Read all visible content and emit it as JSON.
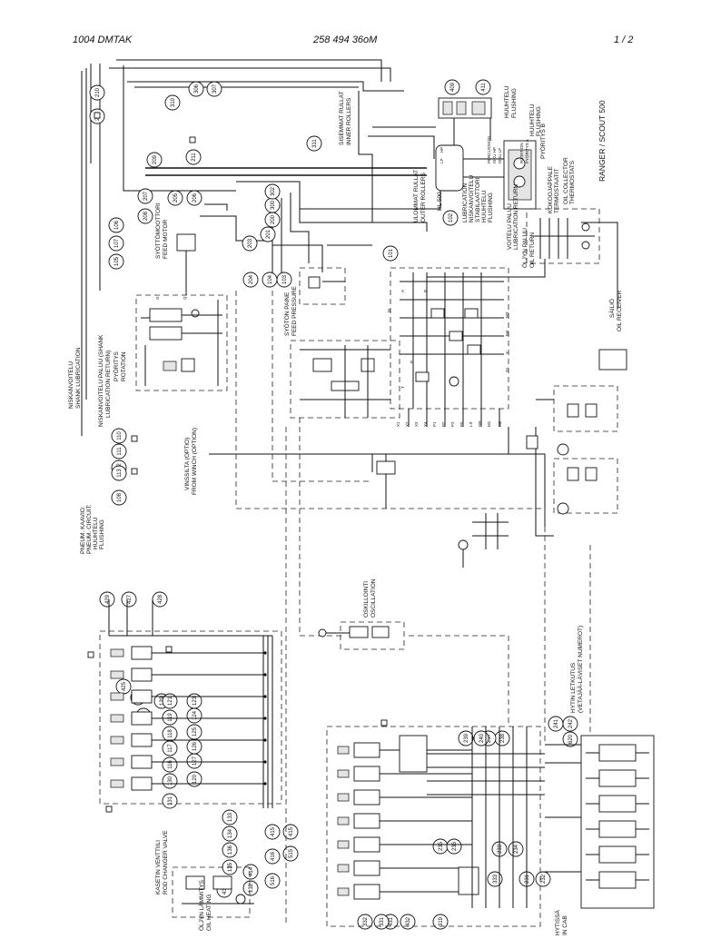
{
  "header": {
    "left": "1004  DMTAK",
    "center": "258 494 36оM",
    "right": "1 /  2"
  },
  "labels": {
    "ranger": "RANGER / SCOUT 500",
    "sisemmat_fi": "SISEMMAT RULLAT",
    "sisemmat_en": "INNER ROLLERS",
    "ulommat_fi": "ULOMMAT RULLAT",
    "ulommat_en": "OUTER ROLLERS",
    "huuhtelu_fi": "HUUHTELU",
    "huuhtelu_en": "FLUSHING",
    "hl500": "HL 500",
    "lub_fi": "LUBRICATION",
    "lub_en": "NISKANVOITELU",
    "stab_fi": "STABILAATTORI",
    "huuhtelu2_fi": "HUUHTELU",
    "huuhtelu2_en": "FLUSHING",
    "voitelu_fi": "VOITELU PALUU",
    "voitelu_en": "LUBRICATION RETURN",
    "perkussio": "PERCUSSION",
    "isku_hp": "ISKU HP",
    "isku_lp": "ISKU LP",
    "rotation": "ROTATION",
    "pyoritys_a": "PYÖRITYS A",
    "pyoritys_b": "PYÖRITYS B",
    "huuhtelu3": "HUUHTELU",
    "flushing3": "FLUSHING",
    "kokoojap": "KOKOOJAPPALE",
    "termostaatit": "TERMOSTAATIT",
    "oil_coll": "OIL COLLECTOR",
    "thermostats": "THERMOSTATS",
    "oljyn_paluu": "ÖLJYN PALUU",
    "oil_return": "OIL RETURN",
    "syottomoottori": "SYÖTTÖMOOTTORI",
    "feed_motor": "FEED MOTOR",
    "syoton_paine": "SYÖTÖN PAINE",
    "feed_pressure": "FEED PRESSURE",
    "pyoritys": "PYÖRITYS",
    "rotation2": "ROTATION",
    "niskavoitelu": "NISKANVOITELU",
    "shank_lub": "SHANK LUBRICATION",
    "niskavoit_paluu": "NISKANVOITELU PALUU (SHANK",
    "lub_return": "LUBRICATION RETURN)",
    "vinssi": "VINSSILTA (OPTIO)",
    "winch": "FROM WINCH (OPTION)",
    "pneum1": "PNEUM. KAAVIO:",
    "pneum2": "PNEUM. CIRCUIT:",
    "pneum3": "HUUHTELU",
    "pneum4": "FLUSHING",
    "saiilio": "SÄILIÖ",
    "oil_receiver": "OIL RECEIVER",
    "oskillointi": "OSKILLOINTI",
    "oscillation": "OSCILLATION",
    "hytin1": "HYTIN LETKUTUS",
    "hytin2": "(VETAJÄÄ-LÄVISET NUMEROT)",
    "kasetin1": "KASETIN VENTTIILI",
    "kasetin2": "ROD CHANGER VALVE",
    "oljyn_lamm1": "ÖLJYN LÄMMITYS",
    "oljyn_lamm2": "OIL HEATING",
    "hytissa1": "HYTISSÄ",
    "hytissa2": "IN CAB"
  },
  "hose_numbers": [
    "210",
    "213",
    "310",
    "306",
    "307",
    "311",
    "209",
    "211",
    "207",
    "208",
    "205",
    "206",
    "203",
    "204",
    "104",
    "103",
    "201",
    "200",
    "300",
    "302",
    "101",
    "102",
    "105",
    "107",
    "106",
    "409",
    "411",
    "110",
    "111",
    "112",
    "113",
    "108",
    "429",
    "427",
    "428",
    "425",
    "426",
    "129",
    "122",
    "123",
    "124",
    "125",
    "126",
    "127",
    "120",
    "121",
    "119",
    "118",
    "117",
    "116",
    "130",
    "131",
    "133",
    "134",
    "136",
    "135",
    "414",
    "415",
    "415",
    "416",
    "132",
    "516",
    "515",
    "241",
    "242",
    "238",
    "237",
    "240",
    "239",
    "233",
    "234",
    "235",
    "236",
    "231",
    "232",
    "431",
    "432",
    "331",
    "332",
    "333",
    "430",
    "620",
    "319"
  ],
  "schematic_codes": [
    "LP",
    "HP",
    "A",
    "B",
    "P",
    "T",
    "M",
    "X1",
    "X2",
    "X3",
    "X4",
    "P1",
    "P2",
    "P3",
    "P5",
    "LS",
    "DR",
    "M1",
    "M2",
    "M3",
    "M4",
    "Y",
    "S1",
    "G",
    "Q"
  ],
  "colors": {
    "line": "#111111",
    "paper": "#ffffff",
    "fill": "#e4e4e4"
  }
}
